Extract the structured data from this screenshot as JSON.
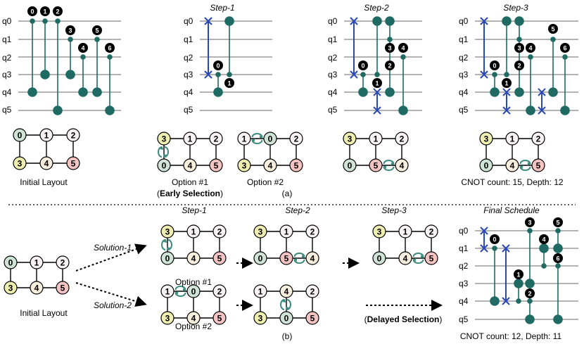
{
  "qubits": [
    "q0",
    "q1",
    "q2",
    "q3",
    "q4",
    "q5"
  ],
  "badges": [
    "0",
    "1",
    "2",
    "3",
    "4",
    "5",
    "6"
  ],
  "steps": {
    "step1": "Step-1",
    "step2": "Step-2",
    "step3": "Step-3",
    "final": "Final Schedule"
  },
  "captions": {
    "initial_layout": "Initial Layout",
    "option1": "Option #1",
    "option2": "Option #2",
    "early_prefix": "(",
    "early": "Early Selection",
    "early_suffix": ")",
    "panel_a": "(a)",
    "panel_b": "(b)",
    "cnot_a": "CNOT count: 15, Depth: 12",
    "cnot_b": "CNOT count: 12, Depth: 11",
    "solution1": "Solution-1",
    "solution2": "Solution-2",
    "delayed_prefix": "(",
    "delayed": "Delayed Selection",
    "delayed_suffix": ")"
  },
  "colors": {
    "wire": "#b3b3b3",
    "gate": "#1f6b63",
    "swap": "#2b48b8",
    "node_green": "#cfe3d6",
    "node_yellow": "#eeeeb0",
    "node_pink": "#f4c4c2",
    "node_peach": "#f7eedd",
    "node_plain": "#f8f2f4",
    "arrow_green": "#3d8a7e"
  },
  "layouts": {
    "initial": [
      "0",
      "1",
      "2",
      "3",
      "4",
      "5"
    ],
    "option1": [
      "3",
      "1",
      "2",
      "0",
      "4",
      "5"
    ],
    "option2": [
      "1",
      "0",
      "2",
      "3",
      "4",
      "5"
    ],
    "a_step2": [
      "3",
      "1",
      "2",
      "0",
      "5",
      "4"
    ],
    "a_step3": [
      "3",
      "1",
      "2",
      "0",
      "4",
      "5"
    ],
    "b_step2": [
      "3",
      "1",
      "2",
      "0",
      "5",
      "4"
    ],
    "b_step3": [
      "3",
      "1",
      "2",
      "0",
      "4",
      "5"
    ],
    "b_sol2_step2": [
      "1",
      "4",
      "2",
      "3",
      "0",
      "5"
    ]
  }
}
